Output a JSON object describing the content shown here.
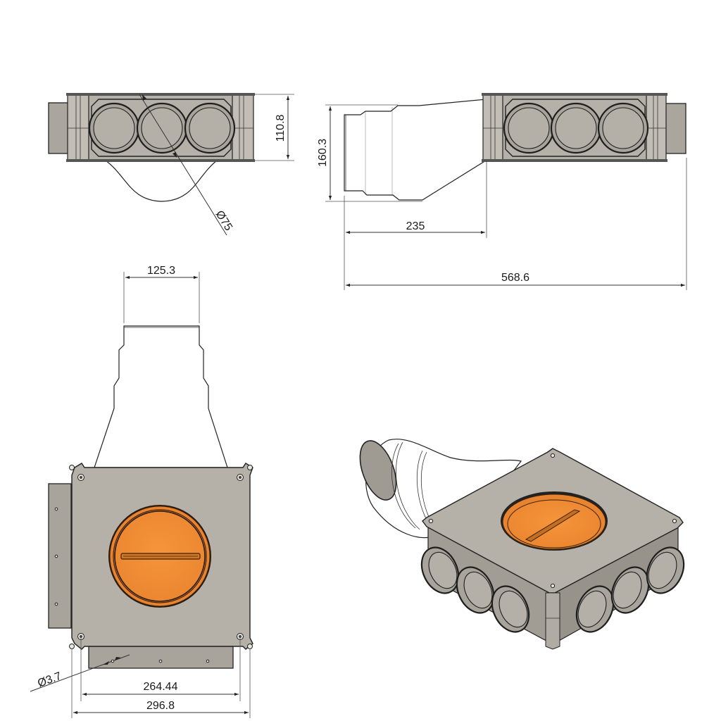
{
  "drawing": {
    "subject": "Air distribution plenum box with reducer spigot and orange damper",
    "colors": {
      "body": "#b5b1a8",
      "body_shadow": "#9d9990",
      "damper": "#f08c33",
      "outline": "#222222",
      "background": "#ffffff"
    },
    "views": {
      "front": {
        "label": "front-view",
        "ports_visible": 3,
        "dimensions": {
          "height": "110.8",
          "port_diameter": "Ø75"
        }
      },
      "side": {
        "label": "side-view",
        "ports_visible": 3,
        "dimensions": {
          "spigot_height": "160.3",
          "spigot_length": "235",
          "overall_length": "568.6"
        }
      },
      "top": {
        "label": "top-view",
        "dimensions": {
          "spigot_width": "125.3",
          "hole_spacing": "264.44",
          "overall_width": "296.8",
          "hole_diameter": "Ø3.7"
        }
      },
      "isometric": {
        "label": "isometric-view",
        "ports_visible": 6
      }
    }
  }
}
